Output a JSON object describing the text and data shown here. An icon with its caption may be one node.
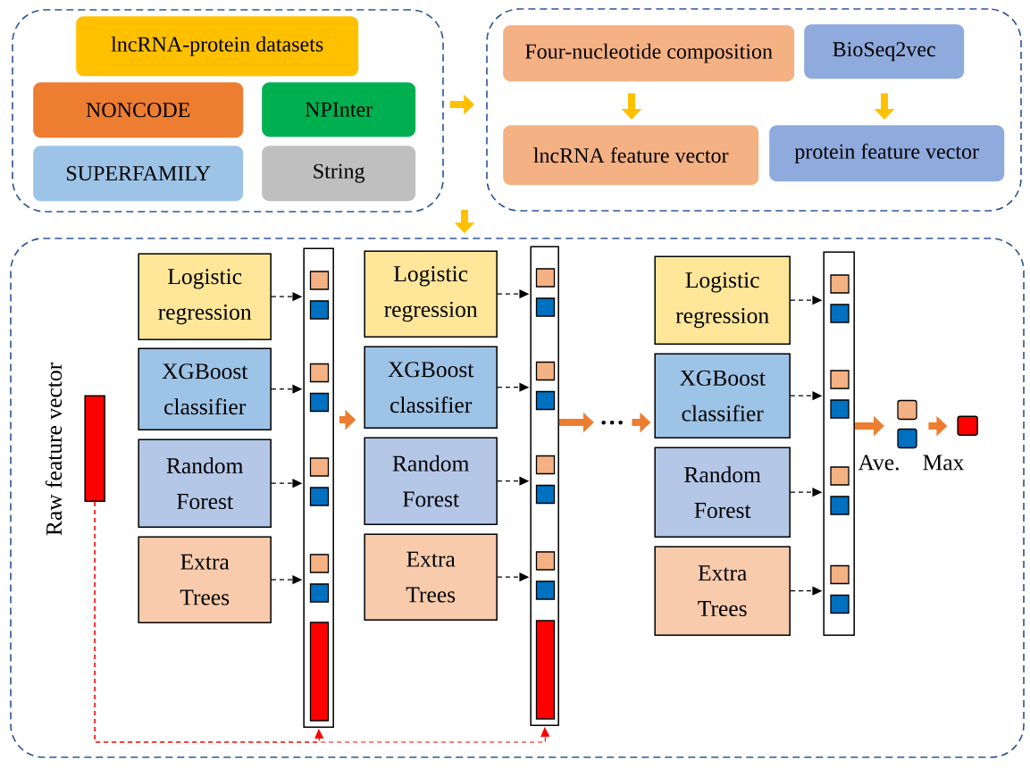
{
  "diagram": {
    "nodes": [
      {
        "text": [],
        "shape": "box"
      },
      {
        "text": [
          "lncRNA-protein datasets"
        ],
        "in": 0
      },
      {
        "text": [
          "NONCODE"
        ],
        "in": 0
      },
      {
        "text": [
          "NPInter"
        ],
        "in": 0
      },
      {
        "text": [
          "SUPERFAMILY"
        ],
        "in": 0
      },
      {
        "text": [
          "String"
        ],
        "in": 0
      },
      {
        "text": [],
        "shape": "box"
      },
      {
        "text": [
          "Four-nucleotide composition"
        ],
        "in": 6
      },
      {
        "text": [
          "BioSeq2vec"
        ],
        "in": 6
      },
      {
        "text": [
          "lncRNA feature vector"
        ],
        "in": 6
      },
      {
        "text": [
          "protein feature vector"
        ],
        "in": 6
      },
      {
        "text": [],
        "shape": "box"
      },
      {
        "text": [],
        "shape": "bar",
        "in": 11,
        "beside": [
          "Raw feature vector"
        ]
      },
      {
        "text": [
          "Logistic regression"
        ],
        "in": 11
      },
      {
        "text": [
          "XGBoost classifier"
        ],
        "in": 11
      },
      {
        "text": [
          "Random Forest"
        ],
        "in": 11
      },
      {
        "text": [
          "Extra Trees"
        ],
        "in": 11
      },
      {
        "text": [],
        "shape": "bar",
        "in": 11
      },
      {
        "text": [
          "Logistic regression"
        ],
        "in": 11
      },
      {
        "text": [
          "XGBoost classifier"
        ],
        "in": 11
      },
      {
        "text": [
          "Random Forest"
        ],
        "in": 11
      },
      {
        "text": [
          "Extra Trees"
        ],
        "in": 11
      },
      {
        "text": [],
        "shape": "bar",
        "in": 11
      },
      {
        "text": [
          "Logistic regression"
        ],
        "in": 11
      },
      {
        "text": [
          "XGBoost classifier"
        ],
        "in": 11
      },
      {
        "text": [
          "Random Forest"
        ],
        "in": 11
      },
      {
        "text": [
          "Extra Trees"
        ],
        "in": 11
      },
      {
        "text": [],
        "shape": "bar",
        "in": 11
      },
      {
        "text": [
          "…"
        ],
        "in": 11
      },
      {
        "text": [],
        "shape": "box",
        "in": 11,
        "beside": [
          "Ave."
        ]
      },
      {
        "text": [],
        "shape": "box",
        "in": 11,
        "beside": [
          "Max"
        ]
      }
    ],
    "edges": [
      {
        "from": 0,
        "to": 6,
        "arrow": "to",
        "style": "thick",
        "color": "#ffc000"
      },
      {
        "from": null,
        "to": 11,
        "arrow": "to",
        "style": "thick",
        "color": "#ffc000"
      },
      {
        "from": 7,
        "to": 9,
        "arrow": "to",
        "style": "thick",
        "color": "#ffc000"
      },
      {
        "from": 8,
        "to": 10,
        "arrow": "to",
        "style": "thick",
        "color": "#ffc000"
      },
      {
        "from": 13,
        "to": 17,
        "arrow": "to",
        "style": "dashed"
      },
      {
        "from": 14,
        "to": 17,
        "arrow": "to",
        "style": "dashed"
      },
      {
        "from": 15,
        "to": 17,
        "arrow": "to",
        "style": "dashed"
      },
      {
        "from": 16,
        "to": 17,
        "arrow": "to",
        "style": "dashed"
      },
      {
        "from": 18,
        "to": 22,
        "arrow": "to",
        "style": "dashed"
      },
      {
        "from": 19,
        "to": 22,
        "arrow": "to",
        "style": "dashed"
      },
      {
        "from": 20,
        "to": 22,
        "arrow": "to",
        "style": "dashed"
      },
      {
        "from": 21,
        "to": 22,
        "arrow": "to",
        "style": "dashed"
      },
      {
        "from": 23,
        "to": 27,
        "arrow": "to",
        "style": "dashed"
      },
      {
        "from": 24,
        "to": 27,
        "arrow": "to",
        "style": "dashed"
      },
      {
        "from": 25,
        "to": 27,
        "arrow": "to",
        "style": "dashed"
      },
      {
        "from": 26,
        "to": 27,
        "arrow": "to",
        "style": "dashed"
      },
      {
        "from": 12,
        "to": 17,
        "arrow": "to",
        "style": "dashed",
        "color": "#ff0000"
      },
      {
        "from": 12,
        "to": 22,
        "arrow": "to",
        "style": "dashed",
        "color": "#ff0000"
      },
      {
        "from": 17,
        "to": 19,
        "arrow": "to",
        "style": "thick",
        "color": "#ed7d31"
      },
      {
        "from": 22,
        "to": 28,
        "arrow": "to",
        "style": "thick",
        "color": "#ed7d31"
      },
      {
        "from": 28,
        "to": 24,
        "arrow": "to",
        "style": "thick",
        "color": "#ed7d31"
      },
      {
        "from": 27,
        "to": 29,
        "arrow": "to",
        "style": "thick",
        "color": "#ed7d31"
      },
      {
        "from": 29,
        "to": 30,
        "arrow": "to",
        "style": "thick",
        "color": "#ed7d31"
      }
    ]
  }
}
